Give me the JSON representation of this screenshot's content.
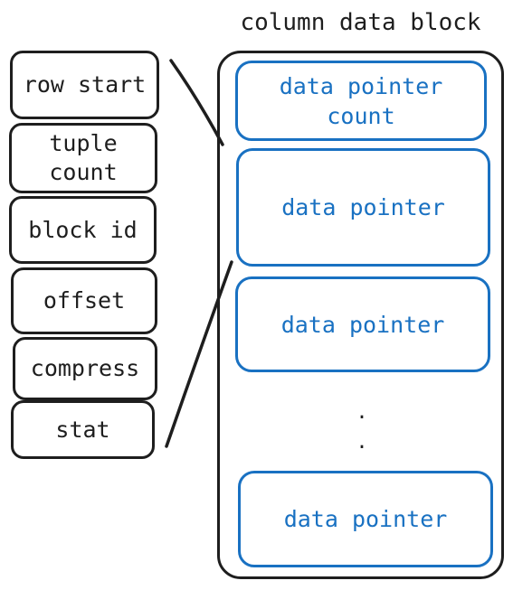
{
  "diagram": {
    "title": "column data block",
    "fields": [
      {
        "label": "row start"
      },
      {
        "label": "tuple\ncount"
      },
      {
        "label": "block id"
      },
      {
        "label": "offset"
      },
      {
        "label": "compress"
      },
      {
        "label": "stat"
      }
    ],
    "pointers": [
      {
        "label": "data pointer\ncount"
      },
      {
        "label": "data pointer"
      },
      {
        "label": "data pointer"
      },
      {
        "label": "data pointer"
      }
    ],
    "ellipsis": ".\n.",
    "colors": {
      "stroke": "#1e1e1e",
      "accent": "#1971c2"
    }
  }
}
